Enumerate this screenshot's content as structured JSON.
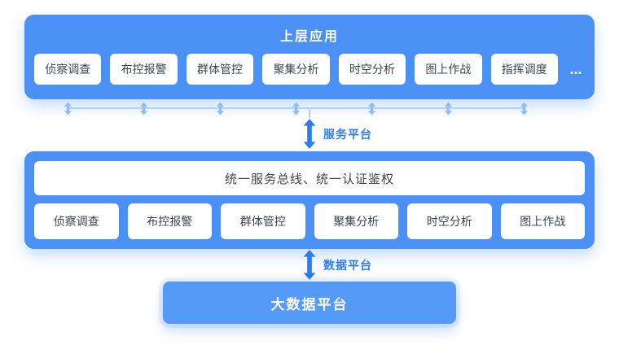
{
  "colors": {
    "primary": "#4a90f5",
    "box_text": "#3d434b",
    "arrow_light": "#8fbcfa",
    "arrow_strong": "#2d7bf3",
    "rail": "#aecffb",
    "label_blue": "#2f7df5"
  },
  "top_section": {
    "title": "上层应用",
    "apps": [
      "侦察调查",
      "布控报警",
      "群体管控",
      "聚集分析",
      "时空分析",
      "图上作战",
      "指挥调度"
    ],
    "more_label": "..."
  },
  "service_connector": {
    "label": "服务平台"
  },
  "middle_section": {
    "bus_label": "统一服务总线、统一认证鉴权",
    "services": [
      "侦察调查",
      "布控报警",
      "群体管控",
      "聚集分析",
      "时空分析",
      "图上作战"
    ]
  },
  "data_connector": {
    "label": "数据平台"
  },
  "bottom_section": {
    "title": "大数据平台"
  }
}
